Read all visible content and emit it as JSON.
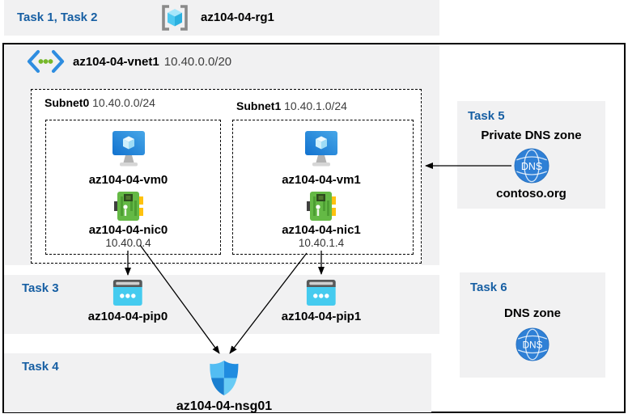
{
  "header": {
    "tasks": "Task 1, Task 2",
    "resource_group": "az104-04-rg1"
  },
  "vnet": {
    "name": "az104-04-vnet1",
    "cidr": "10.40.0.0/20",
    "subnets": [
      {
        "name": "Subnet0",
        "cidr": "10.40.0.0/24",
        "vm_name": "az104-04-vm0",
        "nic_name": "az104-04-nic0",
        "nic_ip": "10.40.0.4"
      },
      {
        "name": "Subnet1",
        "cidr": "10.40.1.0/24",
        "vm_name": "az104-04-vm1",
        "nic_name": "az104-04-nic1",
        "nic_ip": "10.40.1.4"
      }
    ]
  },
  "tasks": {
    "task3": "Task 3",
    "task4": "Task 4",
    "task5": "Task 5",
    "task6": "Task 6"
  },
  "public_ips": {
    "pip0": "az104-04-pip0",
    "pip1": "az104-04-pip1"
  },
  "nsg": {
    "name": "az104-04-nsg01"
  },
  "private_dns": {
    "title": "Private DNS zone",
    "zone_name": "contoso.org",
    "icon_text": "DNS"
  },
  "dns_zone": {
    "title": "DNS zone",
    "icon_text": "DNS"
  },
  "colors": {
    "task_heading_blue": "#175fa3",
    "panel_gray": "#f1f1f2",
    "vm_blue": "#2386dd",
    "nic_green": "#64b945",
    "pip_cyan": "#45cbef",
    "dns_blue": "#2f80d6",
    "shield_blue": "#1f8ce0"
  }
}
